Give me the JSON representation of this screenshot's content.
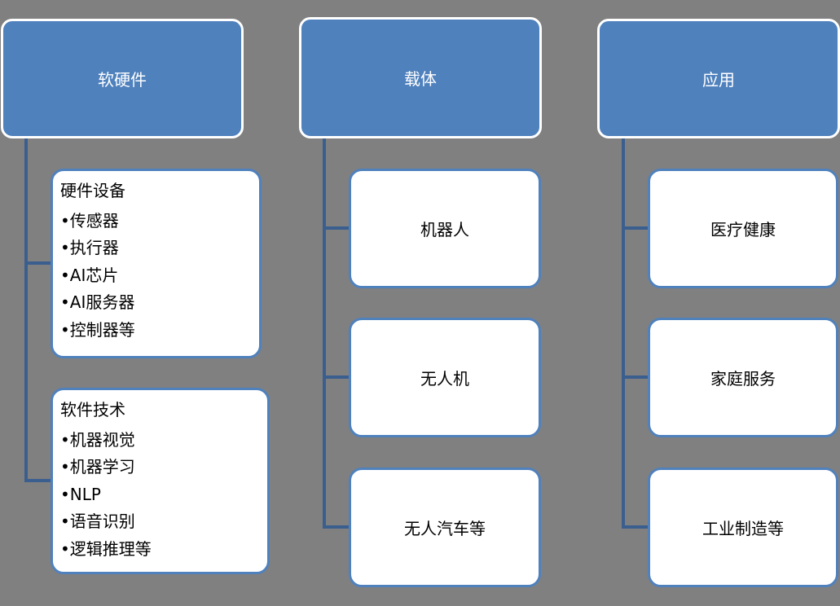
{
  "colors": {
    "background": "#808080",
    "accent": "#4f81bd",
    "box_fill": "#ffffff",
    "line": "#3a5f8f"
  },
  "columns": [
    {
      "header": "软硬件",
      "groups": [
        {
          "title": "硬件设备",
          "items": [
            "传感器",
            "执行器",
            "AI芯片",
            "AI服务器",
            "控制器等"
          ]
        },
        {
          "title": "软件技术",
          "items": [
            "机器视觉",
            "机器学习",
            "NLP",
            "语音识别",
            "逻辑推理等"
          ]
        }
      ]
    },
    {
      "header": "载体",
      "children": [
        "机器人",
        "无人机",
        "无人汽车等"
      ]
    },
    {
      "header": "应用",
      "children": [
        "医疗健康",
        "家庭服务",
        "工业制造等"
      ]
    }
  ]
}
